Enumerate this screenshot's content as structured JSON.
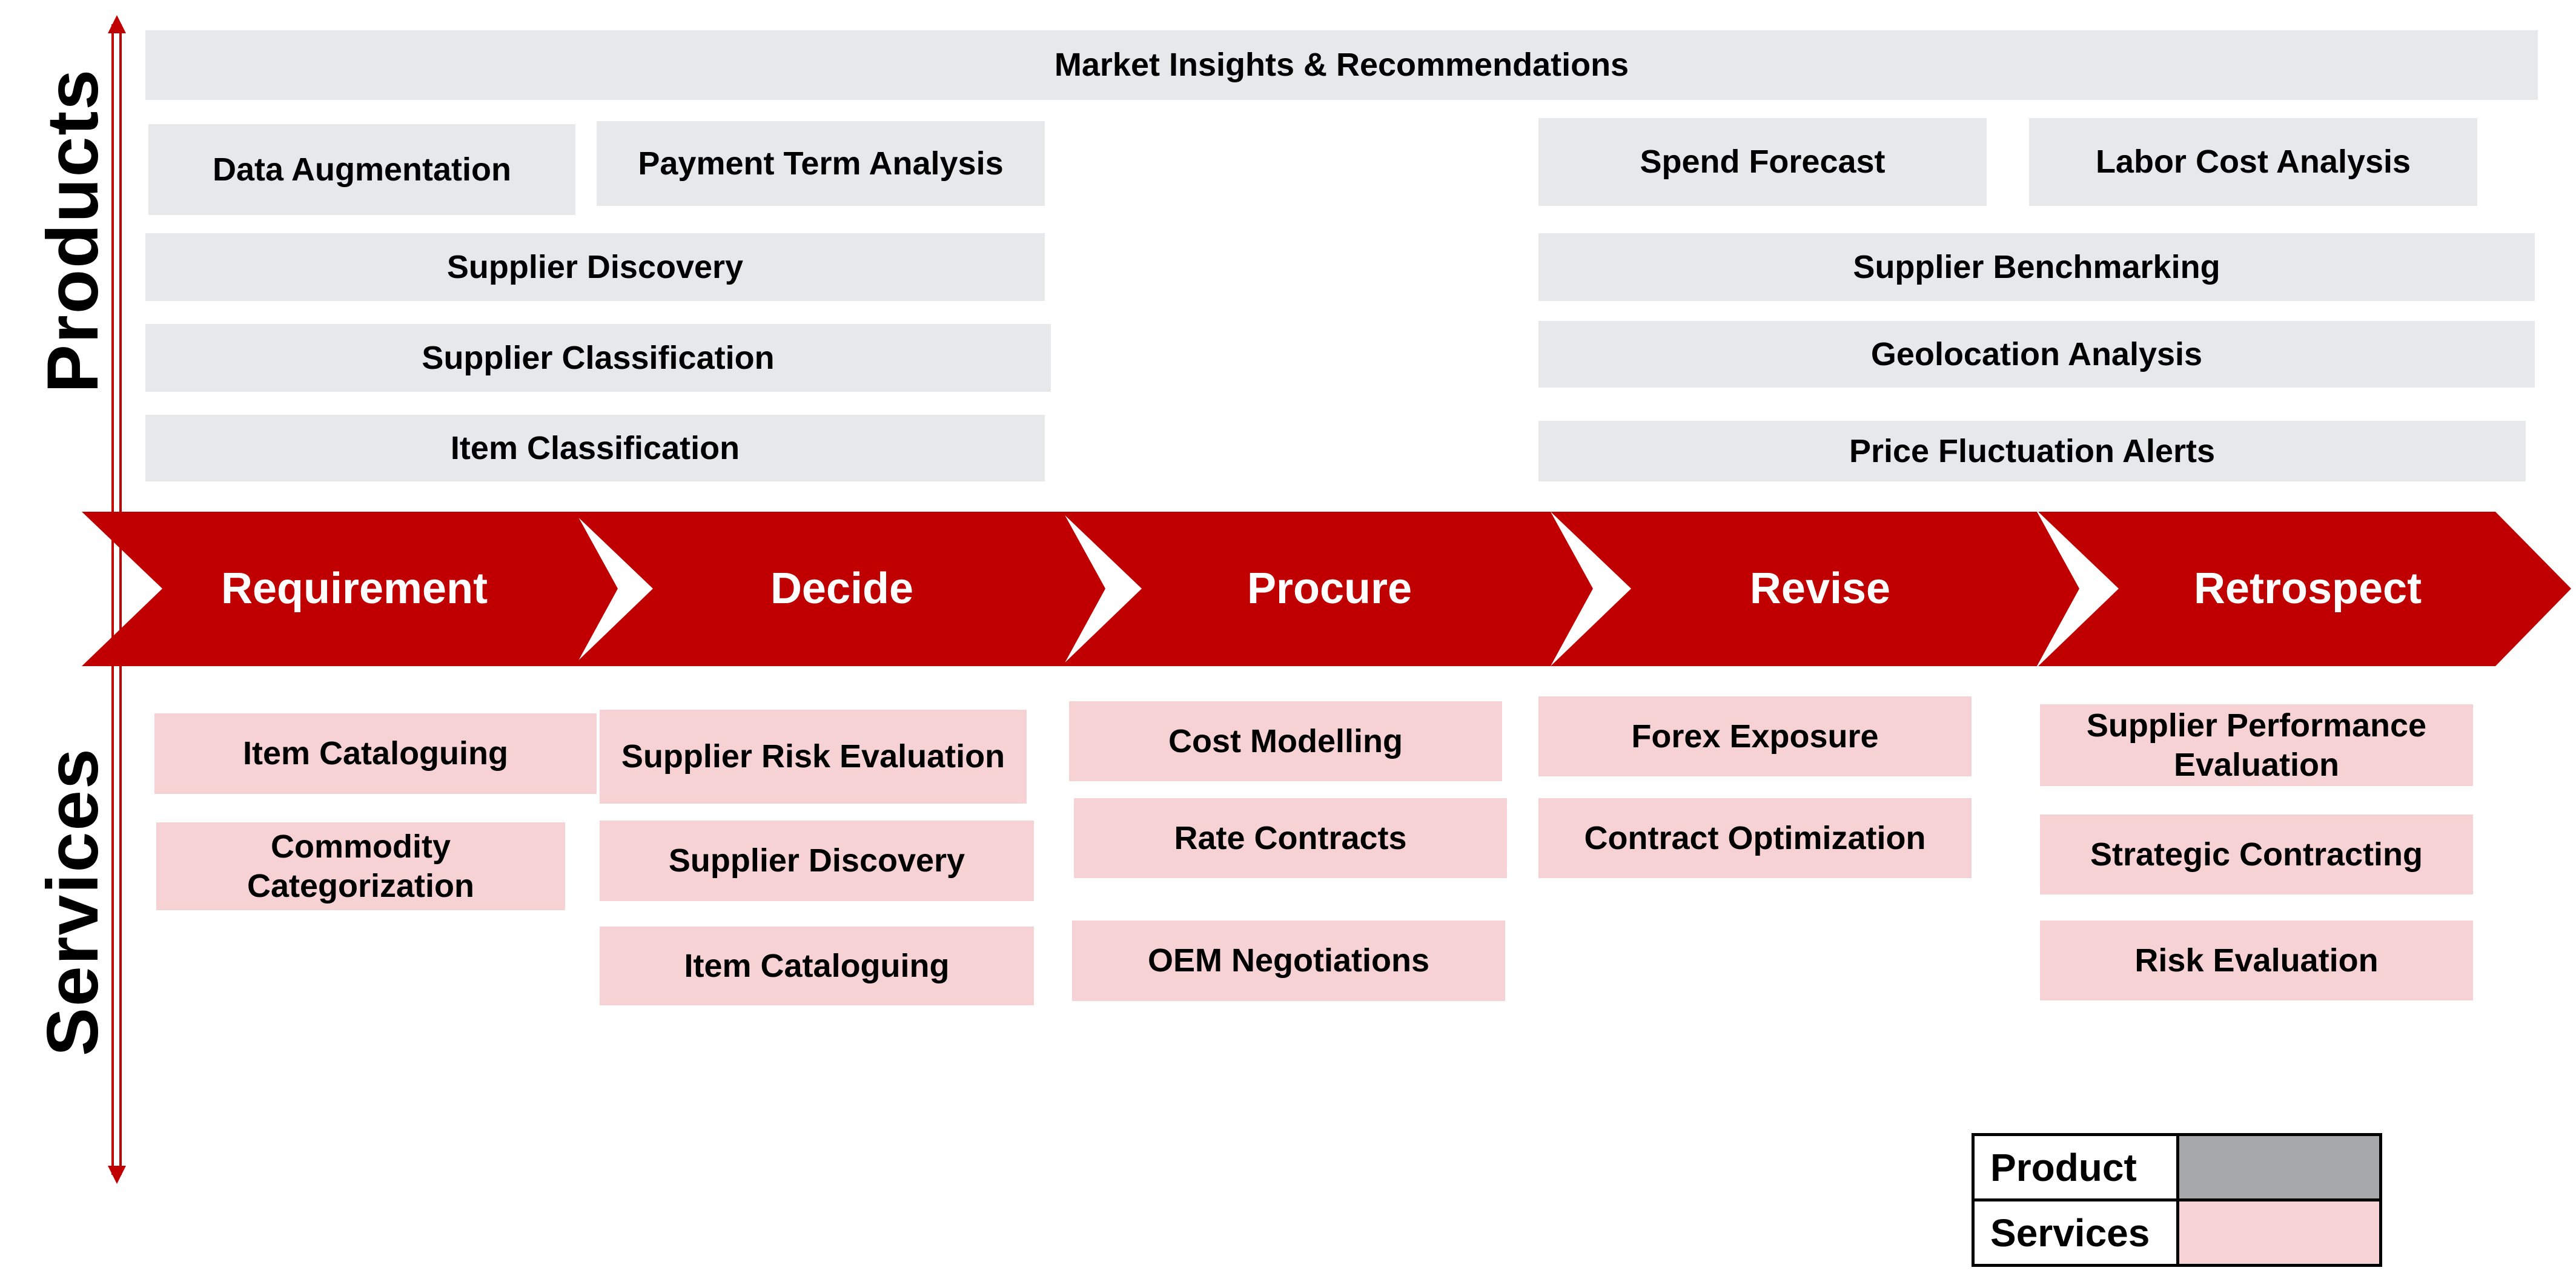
{
  "side_labels": {
    "products": "Products",
    "services": "Services"
  },
  "colors": {
    "accent_red": "#c00000",
    "product_fill": "#e7e8e9",
    "service_fill": "#f6d2d4",
    "legend_product": "#a6a8ab"
  },
  "products": {
    "market_insights": "Market Insights & Recommendations",
    "data_augmentation": "Data Augmentation",
    "payment_term_analysis": "Payment Term Analysis",
    "spend_forecast": "Spend Forecast",
    "labor_cost_analysis": "Labor Cost Analysis",
    "supplier_discovery": "Supplier Discovery",
    "supplier_benchmarking": "Supplier Benchmarking",
    "supplier_classification": "Supplier Classification",
    "geolocation_analysis": "Geolocation Analysis",
    "item_classification": "Item Classification",
    "price_fluctuation_alerts": "Price Fluctuation Alerts"
  },
  "stages": [
    "Requirement",
    "Decide",
    "Procure",
    "Revise",
    "Retrospect"
  ],
  "services": {
    "requirement": [
      "Item Cataloguing",
      "Commodity Categorization"
    ],
    "decide": [
      "Supplier Risk Evaluation",
      "Supplier Discovery",
      "Item Cataloguing"
    ],
    "procure": [
      "Cost Modelling",
      "Rate Contracts",
      "OEM Negotiations"
    ],
    "revise": [
      "Forex Exposure",
      "Contract Optimization"
    ],
    "retrospect": [
      "Supplier Performance Evaluation",
      "Strategic Contracting",
      "Risk Evaluation"
    ]
  },
  "legend": {
    "product": "Product",
    "services": "Services"
  }
}
